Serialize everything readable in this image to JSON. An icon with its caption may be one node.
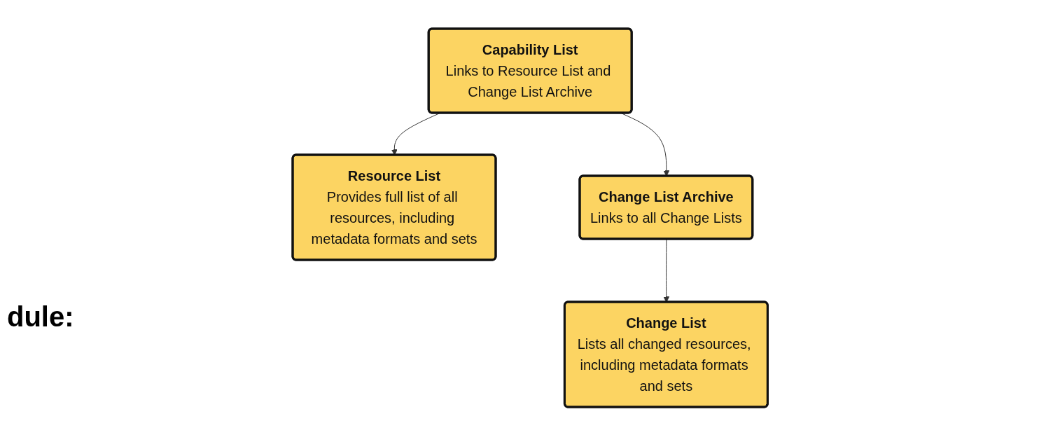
{
  "diagram": {
    "nodes": [
      {
        "text": [
          "Capability List",
          "Links to Resource List and Change List Archive"
        ]
      },
      {
        "text": [
          "Resource List",
          "Provides full list of all resources, including metadata formats and sets"
        ]
      },
      {
        "text": [
          "Change List Archive",
          "Links to all Change Lists"
        ]
      },
      {
        "text": [
          "Change List",
          "Lists all changed resources, including metadata formats and sets"
        ]
      }
    ],
    "edges": [
      {
        "from": 0,
        "to": 1,
        "arrow": "to"
      },
      {
        "from": 0,
        "to": 2,
        "arrow": "to"
      },
      {
        "from": 2,
        "to": 3,
        "arrow": "to"
      }
    ],
    "labels": [
      "dule:"
    ]
  }
}
